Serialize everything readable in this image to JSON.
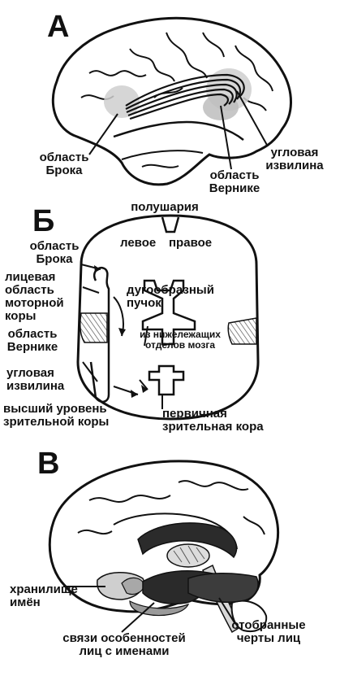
{
  "panels": {
    "a": {
      "letter": "А",
      "labels": {
        "broca": "область\nБрока",
        "angular": "угловая\nизвилина",
        "wernicke": "область\nВернике"
      }
    },
    "b": {
      "letter": "Б",
      "labels": {
        "hemispheres": "полушария",
        "left": "левое",
        "right": "правое",
        "broca": "область\nБрока",
        "facial_motor": "лицевая\nобласть\nмоторной\nкоры",
        "arcuate": "дугообразный\nпучок",
        "wernicke": "область\nВернике",
        "lower_parts": "из нижележащих\nотделов мозга",
        "angular": "угловая\nизвилина",
        "higher_visual": "высший уровень\nзрительной коры",
        "primary_visual": "первичная\nзрительная кора"
      }
    },
    "c": {
      "letter": "В",
      "labels": {
        "name_store": "хранилище\nимён",
        "face_features": "отобранные\nчерты лиц",
        "face_name_links": "связи особенностей\nлиц с именами"
      }
    }
  },
  "colors": {
    "ink": "#111111",
    "shade_light": "#cfcfcf",
    "shade_mid": "#9a9a9a",
    "shade_dark": "#3a3a3a",
    "shade_black": "#151515"
  }
}
